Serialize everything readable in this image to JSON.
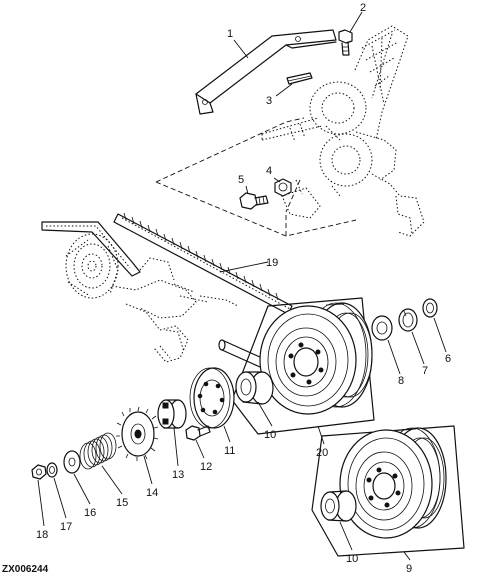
{
  "figure_code": "ZX006244",
  "callouts": [
    {
      "id": "c1",
      "text": "1"
    },
    {
      "id": "c2",
      "text": "2"
    },
    {
      "id": "c3",
      "text": "3"
    },
    {
      "id": "c4",
      "text": "4"
    },
    {
      "id": "c5",
      "text": "5"
    },
    {
      "id": "c6",
      "text": "6"
    },
    {
      "id": "c7",
      "text": "7"
    },
    {
      "id": "c8",
      "text": "8"
    },
    {
      "id": "c9",
      "text": "9"
    },
    {
      "id": "c10a",
      "text": "10"
    },
    {
      "id": "c10b",
      "text": "10"
    },
    {
      "id": "c11",
      "text": "11"
    },
    {
      "id": "c12",
      "text": "12"
    },
    {
      "id": "c13",
      "text": "13"
    },
    {
      "id": "c14",
      "text": "14"
    },
    {
      "id": "c15",
      "text": "15"
    },
    {
      "id": "c16",
      "text": "16"
    },
    {
      "id": "c17",
      "text": "17"
    },
    {
      "id": "c18",
      "text": "18"
    },
    {
      "id": "c19",
      "text": "19"
    },
    {
      "id": "c20",
      "text": "20"
    }
  ]
}
